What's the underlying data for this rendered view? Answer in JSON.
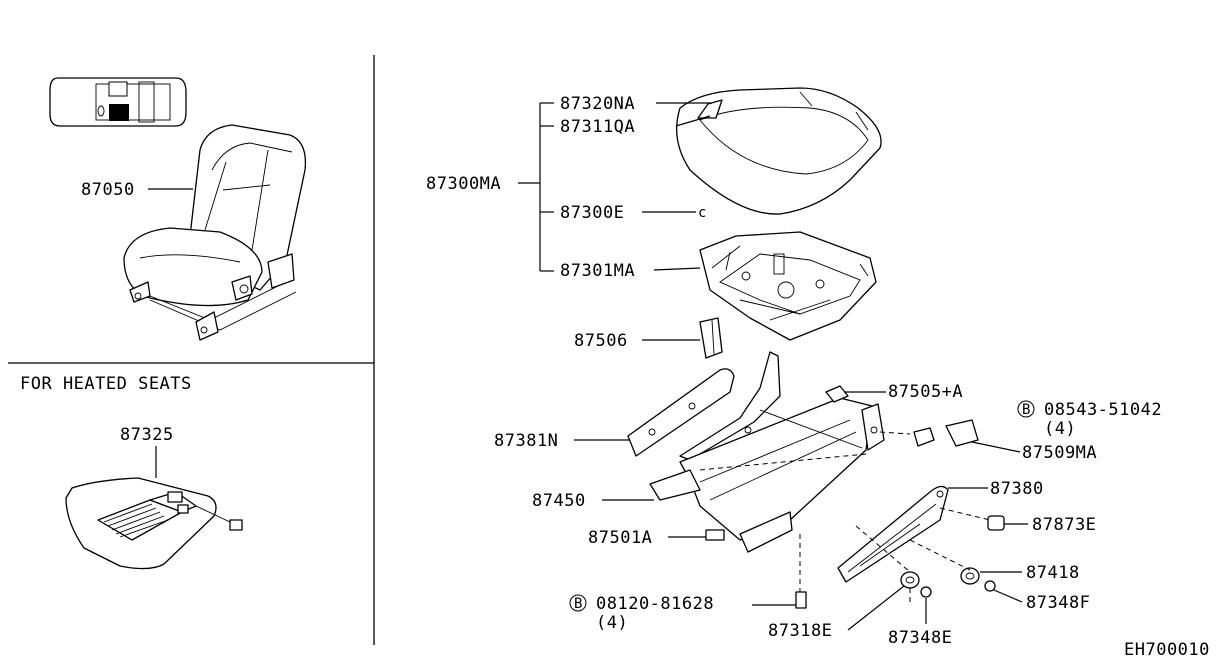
{
  "heated_seats_title": "FOR HEATED SEATS",
  "diagram_code": "EH700010",
  "parts": {
    "seat_assembly": "87050",
    "heater_unit": "87325",
    "cushion_assy": "87300MA",
    "trim": "87320NA",
    "pad": "87311QA",
    "clip": "87300E",
    "frame": "87301MA",
    "bracket": "87506",
    "clamp": "87505+A",
    "slide_rail_left": "87381N",
    "adjuster": "87450",
    "bolt_left": "87501A",
    "bolt_spec_b1": "08120-81628",
    "bolt_b1_qty": "(4)",
    "washer": "87318E",
    "ring": "87348E",
    "bolt_spec_b2": "08543-51042",
    "bolt_b2_qty": "(4)",
    "cap": "87509MA",
    "slide_rail_right": "87380",
    "nut_cap": "87873E",
    "bushing": "87418",
    "o_ring": "87348F",
    "bolt_prefix": "B"
  }
}
